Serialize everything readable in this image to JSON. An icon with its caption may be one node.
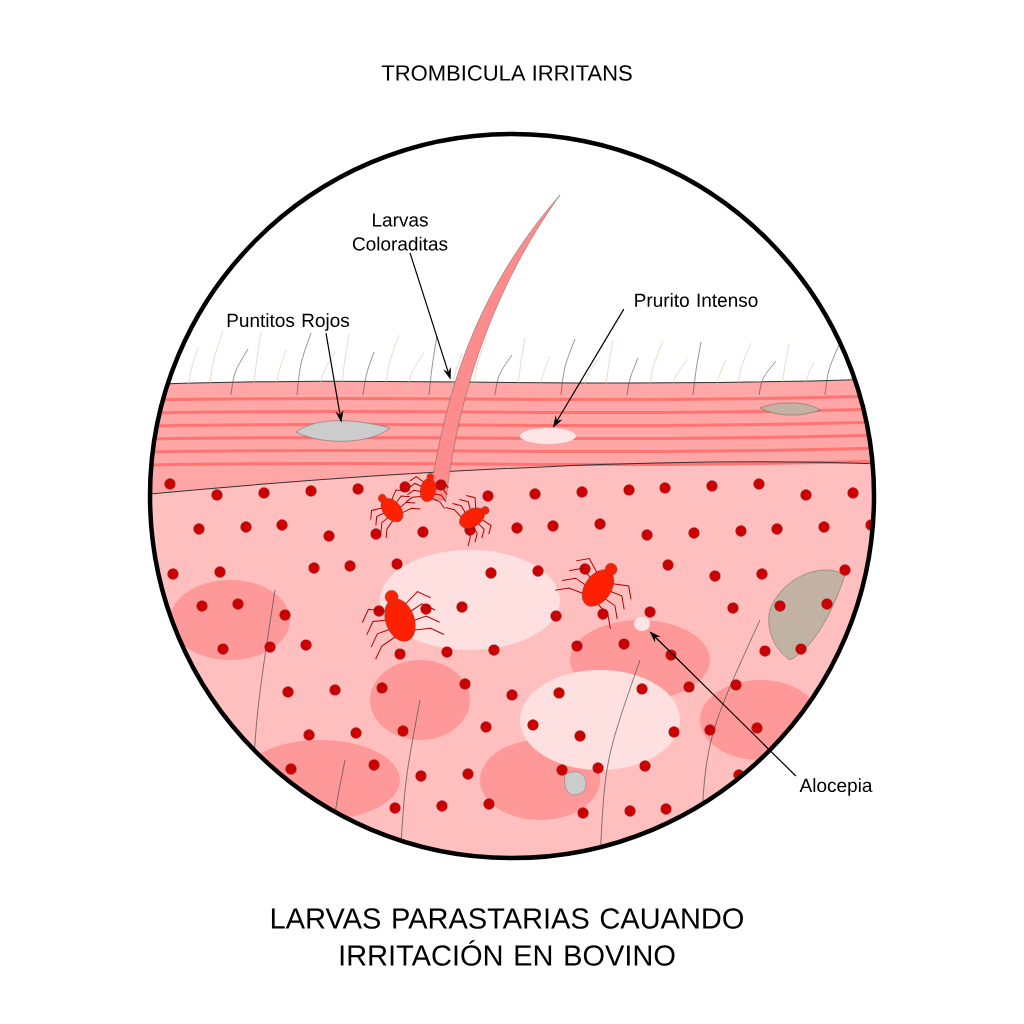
{
  "diagram": {
    "title": "TROMBICULA IRRITANS",
    "caption": "LARVAS PARASTARIAS CAUANDO IRRITACIÓN EN BOVINO",
    "nodes": [
      {
        "text": [
          "Larvas Coloraditas"
        ]
      },
      {
        "text": [
          "Puntitos Rojos"
        ]
      },
      {
        "text": [
          "Prurito Intenso"
        ]
      },
      {
        "text": [
          "Alocepia"
        ]
      },
      {
        "text": [],
        "shape": "picture"
      },
      {
        "text": [],
        "shape": "picture"
      },
      {
        "text": [],
        "shape": "circle"
      },
      {
        "text": [],
        "shape": "circle"
      }
    ],
    "edges": [
      {
        "from": 0,
        "to": 4,
        "arrow": "to"
      },
      {
        "from": 1,
        "to": 5,
        "arrow": "to"
      },
      {
        "from": 2,
        "to": 6,
        "arrow": "to"
      },
      {
        "from": 3,
        "to": 7,
        "arrow": "to"
      }
    ]
  }
}
